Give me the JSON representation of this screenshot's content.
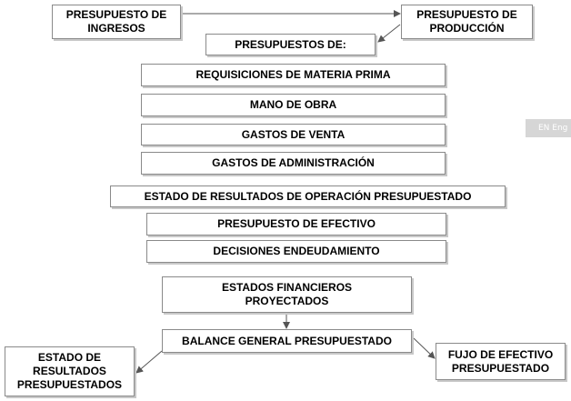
{
  "nodes": {
    "ingresos": "PRESUPUESTO DE\nINGRESOS",
    "produccion": "PRESUPUESTO DE\nPRODUCCIÓN",
    "presupuestos_de": "PRESUPUESTOS DE:",
    "materia_prima": "REQUISICIONES DE MATERIA PRIMA",
    "mano_obra": "MANO DE OBRA",
    "gastos_venta": "GASTOS DE VENTA",
    "gastos_admin": "GASTOS DE ADMINISTRACIÓN",
    "estado_operacion": "ESTADO DE RESULTADOS DE OPERACIÓN PRESUPUESTADO",
    "efectivo": "PRESUPUESTO DE EFECTIVO",
    "endeudamiento": "DECISIONES ENDEUDAMIENTO",
    "estados_proyectados": "ESTADOS FINANCIEROS\nPROYECTADOS",
    "balance": "BALANCE GENERAL PRESUPUESTADO",
    "estado_resultados": "ESTADO DE\nRESULTADOS\nPRESUPUESTADOS",
    "flujo_efectivo": "FUJO DE EFECTIVO\nPRESUPUESTADO"
  },
  "badge": {
    "label": "EN Eng"
  },
  "colors": {
    "border": "#8a8a8a",
    "shadow": "#c8c8c8",
    "arrow": "#555555",
    "badge_bg": "#d6d6d6"
  }
}
